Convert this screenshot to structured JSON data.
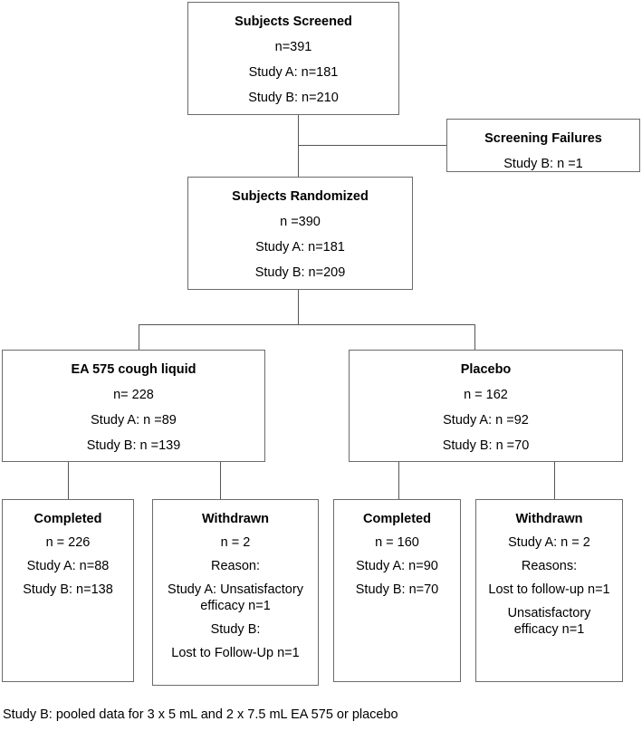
{
  "figure": {
    "type": "consort-flow-diagram",
    "footnote": "Study B: pooled data for 3 x 5 mL and 2 x 7.5 mL EA 575 or placebo"
  },
  "nodes": {
    "screened": {
      "title": "Subjects Screened",
      "lines": [
        "n=391",
        "Study A: n=181",
        "Study B: n=210"
      ]
    },
    "screening_failures": {
      "title": "Screening Failures",
      "lines": [
        "Study B: n =1"
      ]
    },
    "randomized": {
      "title": "Subjects Randomized",
      "lines": [
        "n =390",
        "Study A: n=181",
        "Study B: n=209"
      ]
    },
    "ea575": {
      "title": "EA 575 cough liquid",
      "lines": [
        "n= 228",
        "Study A: n =89",
        "Study B: n =139"
      ]
    },
    "placebo": {
      "title": "Placebo",
      "lines": [
        "n = 162",
        "Study A: n =92",
        "Study B: n =70"
      ]
    },
    "completed_ea575": {
      "title": "Completed",
      "lines": [
        "n = 226",
        "Study A: n=88",
        "Study B: n=138"
      ]
    },
    "withdrawn_ea575": {
      "title": "Withdrawn",
      "lines": [
        "n = 2",
        "Reason:",
        "Study A: Unsatisfactory",
        "efficacy n=1",
        "Study B:",
        "Lost to Follow-Up n=1"
      ]
    },
    "completed_placebo": {
      "title": "Completed",
      "lines": [
        "n = 160",
        "Study A: n=90",
        "Study B: n=70"
      ]
    },
    "withdrawn_placebo": {
      "title": "Withdrawn",
      "lines": [
        "Study A: n = 2",
        "Reasons:",
        "Lost to follow-up n=1",
        "Unsatisfactory",
        "efficacy n=1"
      ]
    }
  },
  "colors": {
    "border": "#6b6b6b",
    "connector": "#555555",
    "text": "#000000",
    "background": "#ffffff"
  }
}
